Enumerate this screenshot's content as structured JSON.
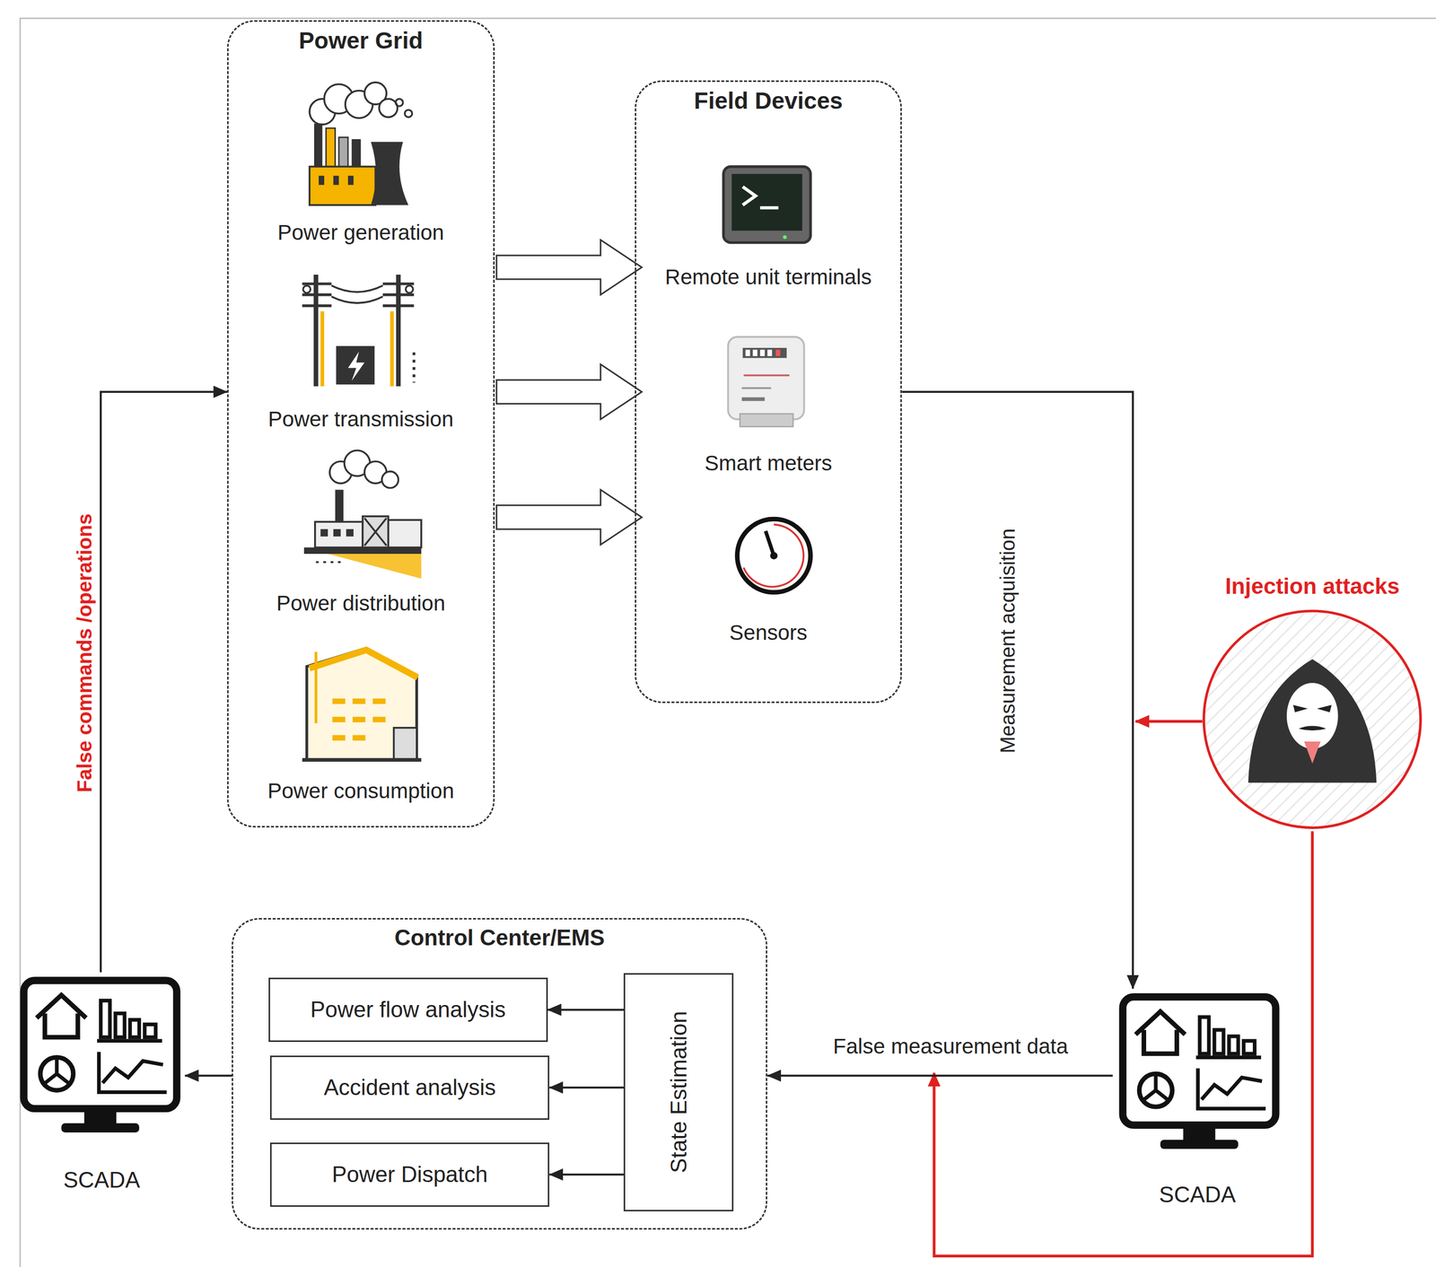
{
  "diagram": {
    "nodes": [
      {
        "text": [
          "Power Grid"
        ]
      },
      {
        "text": [
          "Power generation"
        ],
        "in": 0
      },
      {
        "text": [
          "Power transmission"
        ],
        "in": 0
      },
      {
        "text": [
          "Power distribution"
        ],
        "in": 0
      },
      {
        "text": [
          "Power consumption"
        ],
        "in": 0
      },
      {
        "text": [
          "Field Devices"
        ]
      },
      {
        "text": [
          "Remote unit terminals"
        ],
        "in": 5
      },
      {
        "text": [
          "Smart meters"
        ],
        "in": 5
      },
      {
        "text": [
          "Sensors"
        ],
        "in": 5
      },
      {
        "text": [
          "Injection attacks"
        ]
      },
      {
        "text": [
          "SCADA"
        ]
      },
      {
        "text": [
          "Control Center/EMS"
        ]
      },
      {
        "text": [
          "Power flow analysis"
        ],
        "in": 11
      },
      {
        "text": [
          "Accident analysis"
        ],
        "in": 11
      },
      {
        "text": [
          "Power Dispatch"
        ],
        "in": 11
      },
      {
        "text": [
          "State Estimation"
        ],
        "in": 11
      },
      {
        "text": [
          "SCADA"
        ]
      }
    ],
    "edges": [
      {
        "from": 0,
        "to": 6,
        "arrow": "to"
      },
      {
        "from": 0,
        "to": 7,
        "arrow": "to"
      },
      {
        "from": 0,
        "to": 8,
        "arrow": "to"
      },
      {
        "from": 5,
        "to": 10,
        "label": "Measurement acquisition",
        "arrow": "to"
      },
      {
        "from": 10,
        "to": 11,
        "label": "False measurement data",
        "arrow": "to"
      },
      {
        "from": 15,
        "to": 12,
        "arrow": "to"
      },
      {
        "from": 15,
        "to": 13,
        "arrow": "to"
      },
      {
        "from": 15,
        "to": 14,
        "arrow": "to"
      },
      {
        "from": 11,
        "to": 16,
        "arrow": "to"
      },
      {
        "from": 16,
        "to": 0,
        "label": "False commands /operations",
        "arrow": "to"
      }
    ]
  }
}
